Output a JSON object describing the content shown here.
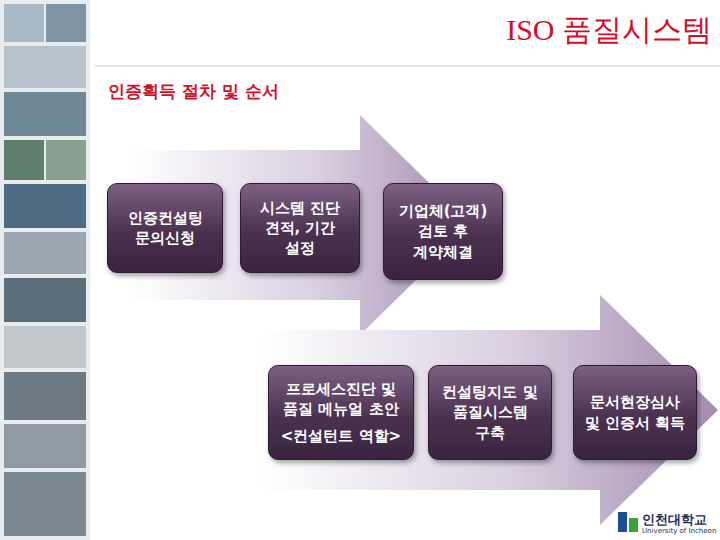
{
  "diagram": {
    "title": "ISO 품질시스템",
    "nodes": [
      {
        "text": [
          "인증컨설팅 문의신청"
        ]
      },
      {
        "text": [
          "시스템 진단 견적, 기간 설정"
        ]
      },
      {
        "text": [
          "기업체(고객) 검토 후 계약체결"
        ]
      },
      {
        "text": [
          "프로세스진단 및 품질 메뉴얼 초안",
          "<컨설턴트 역할>"
        ]
      },
      {
        "text": [
          "컨설팅지도 및 품질시스템 구축"
        ]
      },
      {
        "text": [
          "문서현장심사 및 인증서 획득"
        ]
      }
    ],
    "labels": [
      "인증획득 절차 및 순서",
      "인천대학교",
      "University of Incheon"
    ]
  }
}
